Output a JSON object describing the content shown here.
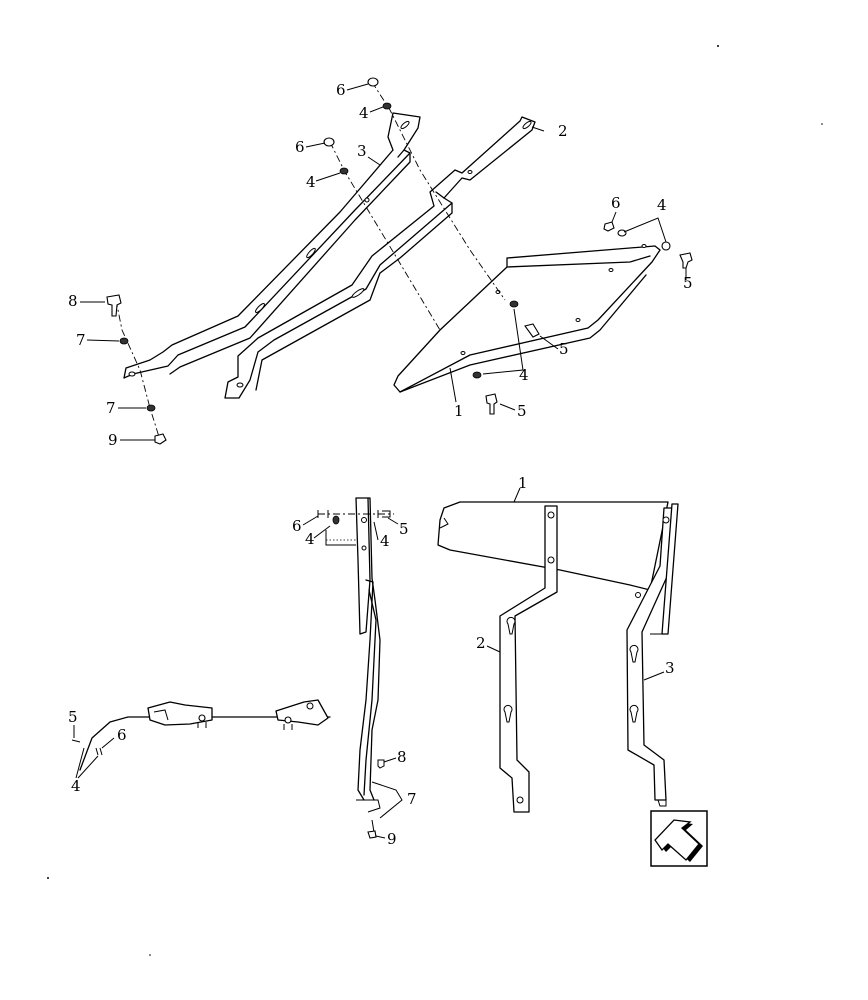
{
  "callouts": {
    "top": {
      "c6a": "6",
      "c4a": "4",
      "c2": "2",
      "c6b": "6",
      "c3": "3",
      "c4b": "4",
      "c6c": "6",
      "c4c": "4",
      "c5a": "5",
      "c8": "8",
      "c5b": "5",
      "c7a": "7",
      "c4d": "4",
      "c1": "1",
      "c5c": "5",
      "c7b": "7",
      "c9": "9"
    },
    "middle": {
      "c6": "6",
      "c4a": "4",
      "c4b": "4",
      "c5": "5",
      "c8": "8",
      "c7": "7",
      "c9": "9"
    },
    "left": {
      "c5": "5",
      "c6": "6",
      "c4": "4"
    },
    "right": {
      "c1": "1",
      "c2": "2",
      "c3": "3"
    }
  },
  "orientation_icon": "front-direction-arrow-icon"
}
